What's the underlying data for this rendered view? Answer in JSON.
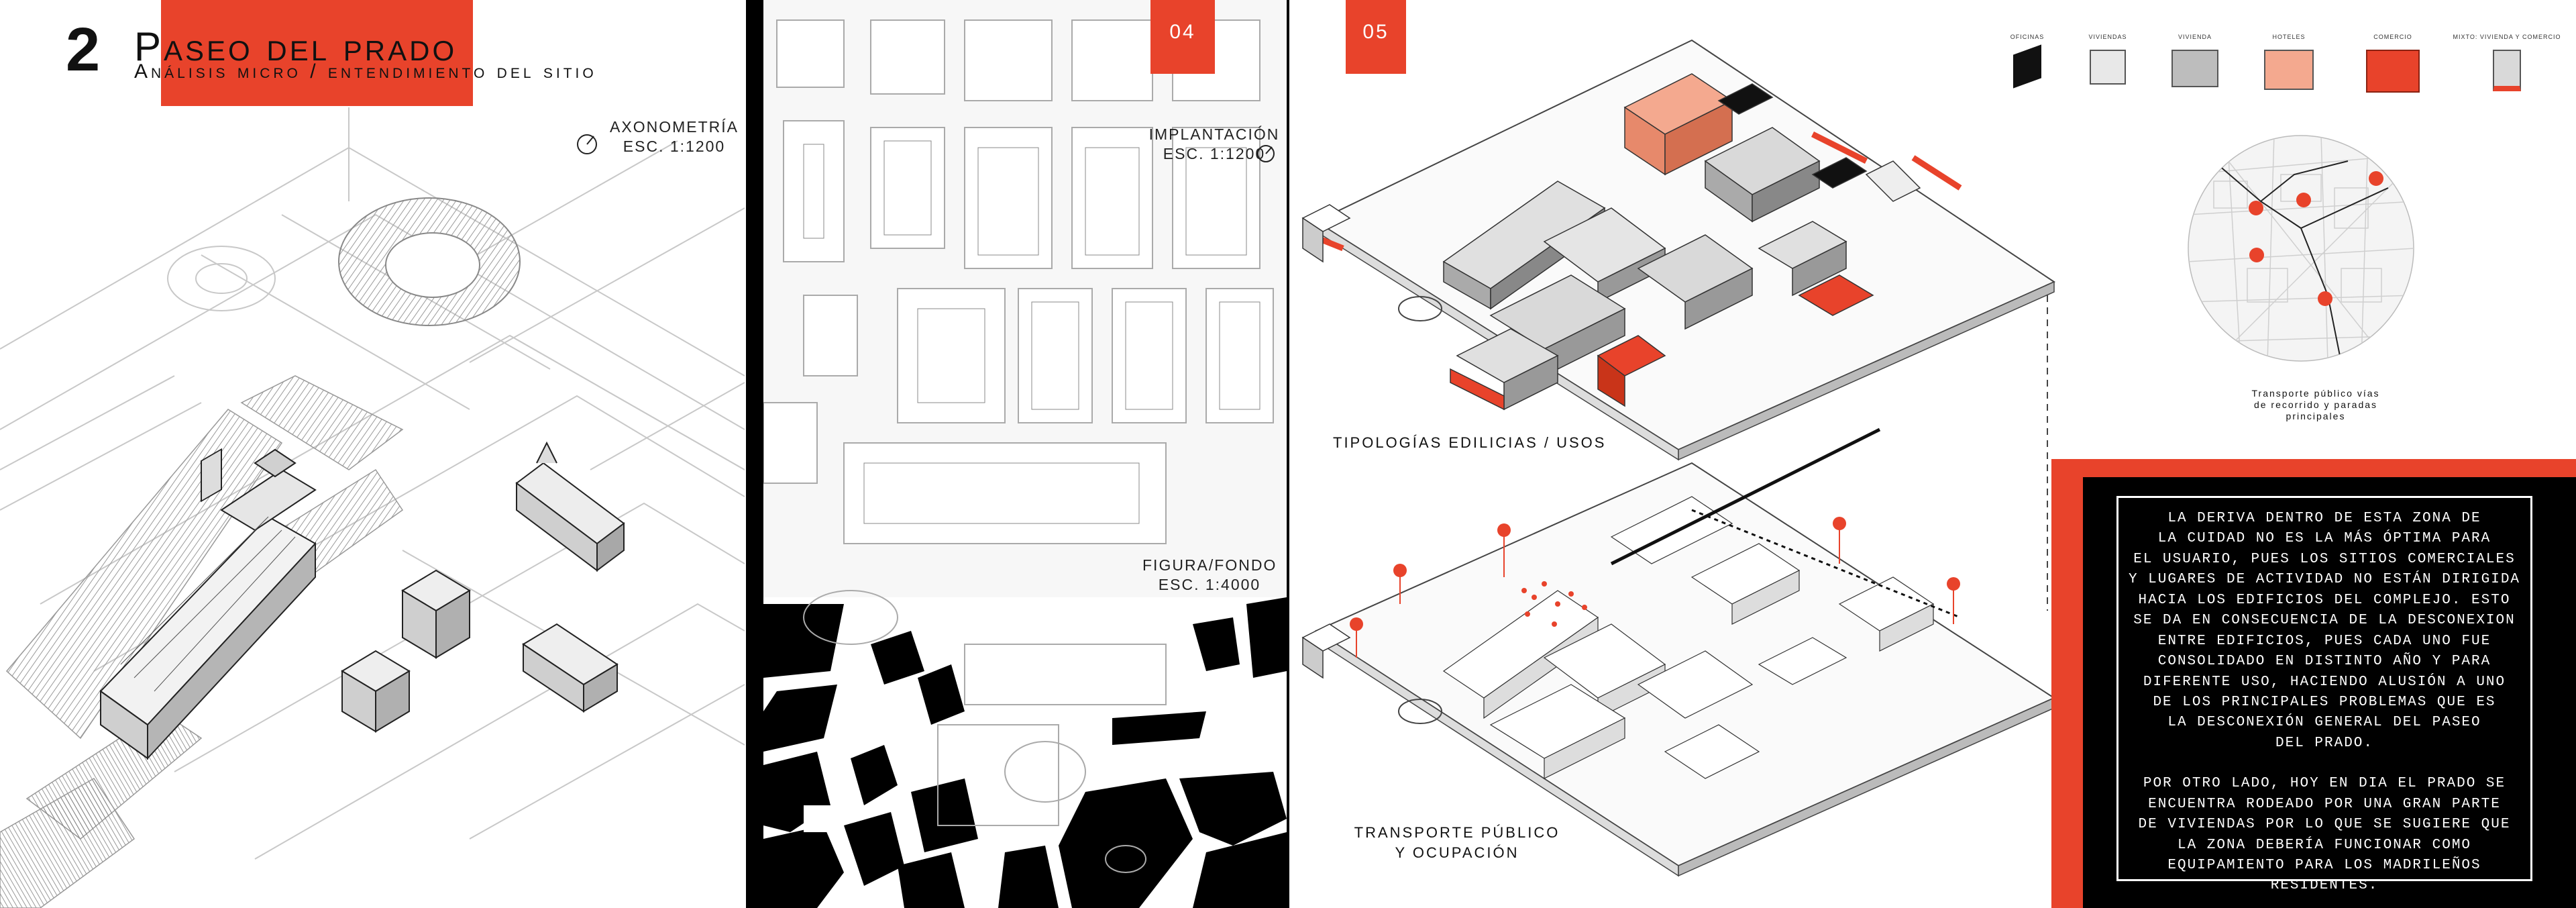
{
  "header": {
    "number": "2",
    "title": "Paseo del prado",
    "subtitle": "Análisis micro / entendimiento del sitio"
  },
  "panel_axono": {
    "label_line1": "AXONOMETRÍA",
    "label_line2": "ESC. 1:1200"
  },
  "panel_plan": {
    "page_number": "04",
    "implantacion_line1": "IMPLANTACIÓN",
    "implantacion_line2": "ESC. 1:1200",
    "figura_line1": "FIGURA/FONDO",
    "figura_line2": "ESC. 1:4000"
  },
  "panel_analysis": {
    "page_number": "05",
    "legend": [
      {
        "label": "OFICINAS",
        "color": "#111111"
      },
      {
        "label": "VIVIENDAS",
        "color": "#e8e8e8"
      },
      {
        "label": "VIVIENDA",
        "color": "#bdbdbd"
      },
      {
        "label": "HOTELES",
        "color": "#f4a98f"
      },
      {
        "label": "COMERCIO",
        "color": "#e8432b"
      },
      {
        "label": "MIXTO: VIVIENDA Y COMERCIO",
        "color": "#d9d9d9"
      }
    ],
    "tipologias_label": "TIPOLOGÍAS EDILICIAS / USOS",
    "transporte_line1": "TRANSPORTE PÚBLICO",
    "transporte_line2": "Y OCUPACIÓN",
    "circle_caption_line1": "Transporte público vías",
    "circle_caption_line2": "de recorrido y paradas",
    "circle_caption_line3": "principales",
    "text_p1": [
      "LA DERIVA DENTRO DE ESTA ZONA DE",
      "LA CUIDAD NO ES LA MÁS ÓPTIMA PARA",
      "EL USUARIO, PUES LOS SITIOS COMERCIALES",
      "Y LUGARES DE ACTIVIDAD NO ESTÁN DIRIGIDA",
      "HACIA LOS EDIFICIOS DEL COMPLEJO. ESTO",
      "SE DA EN CONSECUENCIA DE LA DESCONEXION",
      "ENTRE EDIFICIOS, PUES CADA UNO FUE",
      "CONSOLIDADO EN DISTINTO AÑO Y PARA",
      "DIFERENTE USO, HACIENDO ALUSIÓN A UNO",
      "DE LOS PRINCIPALES PROBLEMAS QUE ES",
      "LA DESCONEXIÓN GENERAL DEL PASEO",
      "DEL PRADO."
    ],
    "text_p2": [
      "POR OTRO LADO, HOY EN DIA EL PRADO SE",
      "ENCUENTRA RODEADO POR UNA GRAN PARTE",
      "DE VIVIENDAS POR LO QUE SE SUGIERE QUE",
      "LA ZONA DEBERÍA FUNCIONAR COMO",
      "EQUIPAMIENTO PARA LOS MADRILEÑOS",
      "RESIDENTES."
    ]
  }
}
